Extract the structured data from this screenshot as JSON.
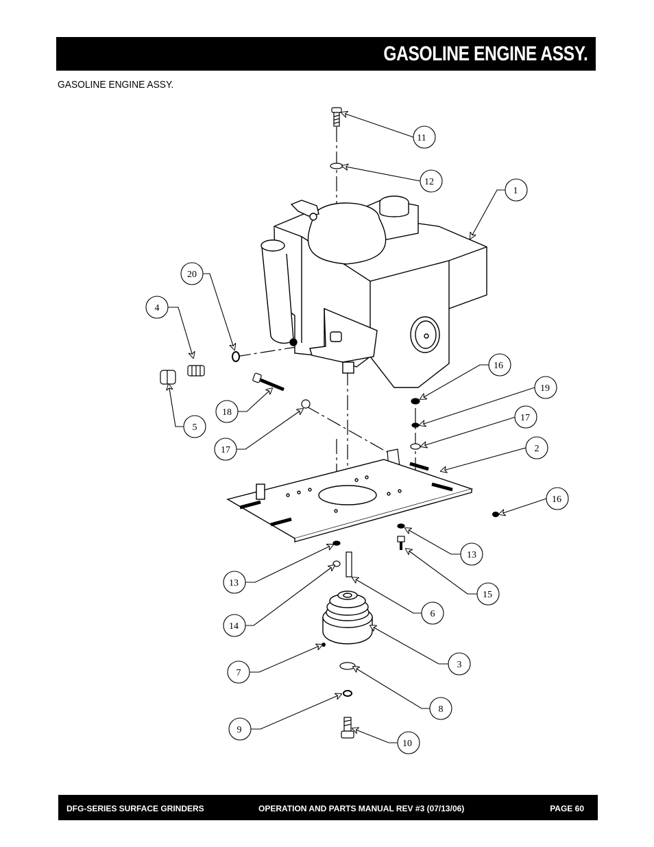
{
  "header": {
    "title": "GASOLINE ENGINE ASSY."
  },
  "section": {
    "subtitle": "GASOLINE ENGINE ASSY."
  },
  "callouts": [
    "11",
    "12",
    "1",
    "20",
    "4",
    "5",
    "18",
    "17",
    "16",
    "19",
    "17",
    "2",
    "16",
    "13",
    "15",
    "13",
    "14",
    "6",
    "7",
    "3",
    "8",
    "9",
    "10"
  ],
  "footer": {
    "left": "DFG-SERIES SURFACE GRINDERS",
    "center": "OPERATION AND PARTS MANUAL REV #3 (07/13/06)",
    "right": "PAGE 60"
  }
}
